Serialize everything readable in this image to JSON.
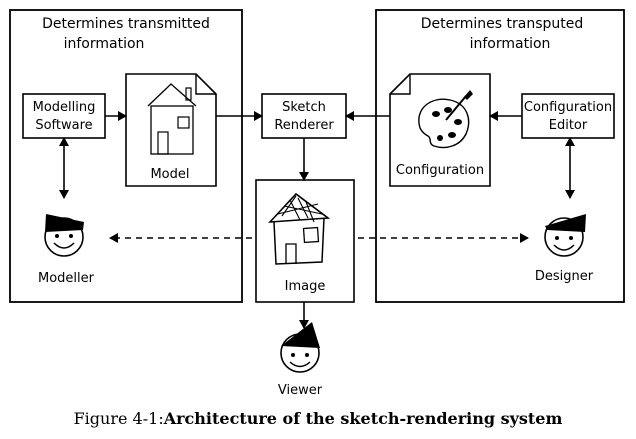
{
  "left_panel": {
    "heading_line1": "Determines transmitted",
    "heading_line2": "information"
  },
  "right_panel": {
    "heading_line1": "Determines transputed",
    "heading_line2": "information"
  },
  "modelling_software": {
    "line1": "Modelling",
    "line2": "Software"
  },
  "model": {
    "label": "Model"
  },
  "sketch_renderer": {
    "line1": "Sketch",
    "line2": "Renderer"
  },
  "configuration": {
    "label": "Configuration"
  },
  "configuration_editor": {
    "line1": "Configuration",
    "line2": "Editor"
  },
  "image": {
    "label": "Image"
  },
  "actors": {
    "modeller": "Modeller",
    "designer": "Designer",
    "viewer": "Viewer"
  },
  "caption": {
    "prefix": "Figure 4-1:",
    "title": "Architecture of the sketch-rendering system"
  }
}
